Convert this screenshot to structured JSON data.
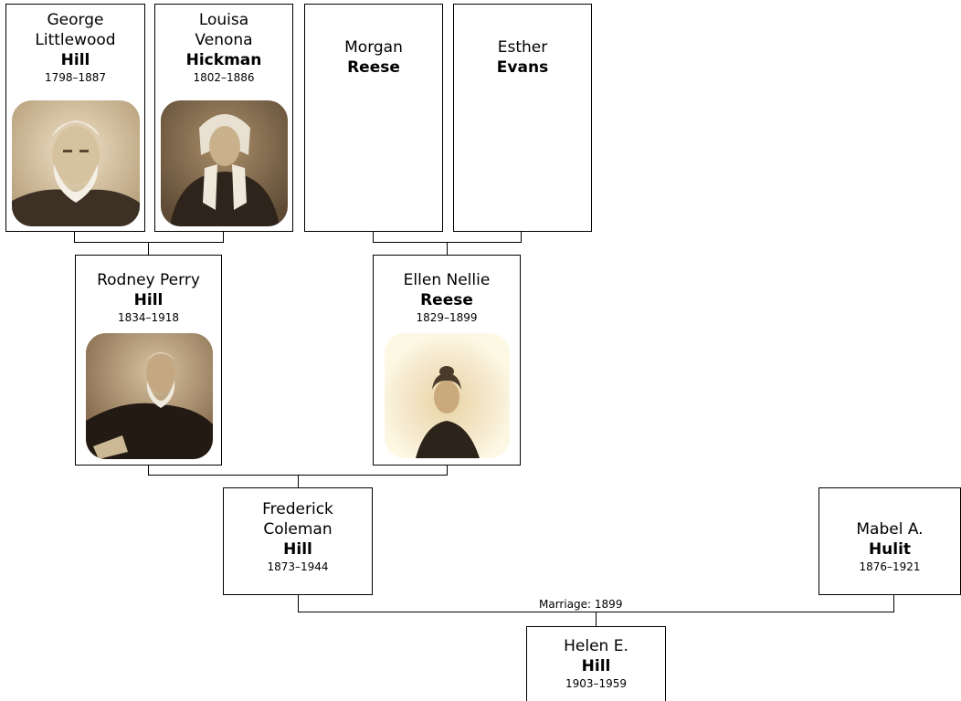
{
  "people": {
    "george": {
      "given": "George Littlewood",
      "surname": "Hill",
      "years": "1798–1887",
      "photo": "portrait-elderly-bearded-man"
    },
    "louisa": {
      "given": "Louisa Venona",
      "surname": "Hickman",
      "years": "1802–1886",
      "photo": "portrait-elderly-woman-bonnet"
    },
    "morgan": {
      "given": "Morgan",
      "surname": "Reese"
    },
    "esther": {
      "given": "Esther",
      "surname": "Evans"
    },
    "rodney": {
      "given": "Rodney Perry",
      "surname": "Hill",
      "years": "1834–1918",
      "photo": "portrait-bearded-man-suit"
    },
    "ellen": {
      "given": "Ellen Nellie",
      "surname": "Reese",
      "years": "1829–1899",
      "photo": "portrait-woman-vignette"
    },
    "frederick": {
      "given": "Frederick Coleman",
      "surname": "Hill",
      "years": "1873–1944"
    },
    "mabel": {
      "given": "Mabel A.",
      "surname": "Hulit",
      "years": "1876–1921"
    },
    "helen": {
      "given": "Helen E.",
      "surname": "Hill",
      "years": "1903–1959"
    }
  },
  "marriage_label": "Marriage: 1899",
  "colors": {
    "line": "#000000",
    "sepia_light": "#e9d6b0",
    "sepia_dark": "#4a3826",
    "vignette": "#fbf3cf"
  }
}
